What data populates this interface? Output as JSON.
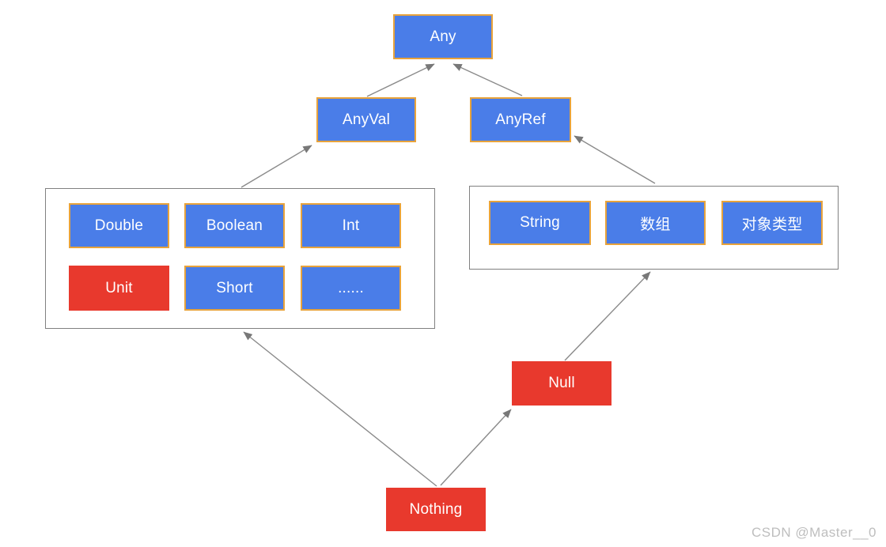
{
  "diagram": {
    "nodes": {
      "any": {
        "label": "Any"
      },
      "anyval": {
        "label": "AnyVal"
      },
      "anyref": {
        "label": "AnyRef"
      },
      "double": {
        "label": "Double"
      },
      "boolean": {
        "label": "Boolean"
      },
      "int": {
        "label": "Int"
      },
      "unit": {
        "label": "Unit"
      },
      "short": {
        "label": "Short"
      },
      "ellipsis": {
        "label": "......"
      },
      "string": {
        "label": "String"
      },
      "array": {
        "label": "数组"
      },
      "object_type": {
        "label": "对象类型"
      },
      "null": {
        "label": "Null"
      },
      "nothing": {
        "label": "Nothing"
      }
    },
    "colors": {
      "value_box_fill": "#4a7de8",
      "value_box_border": "#e8a33b",
      "special_box_fill": "#e8392d",
      "connector_line": "#8a8a8a",
      "group_border": "#808080"
    }
  },
  "watermark": {
    "text": "CSDN @Master__0"
  }
}
